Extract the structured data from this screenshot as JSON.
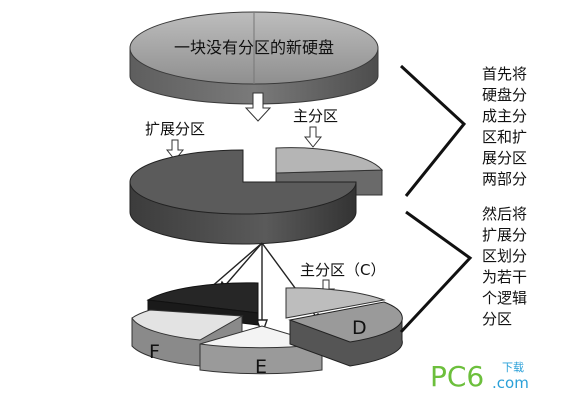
{
  "diagram": {
    "top_disk_label": "一块没有分区的新硬盘",
    "extended_label": "扩展分区",
    "primary_label": "主分区",
    "primary_c_label": "主分区（C）",
    "logical_labels": [
      "F",
      "E",
      "D"
    ],
    "note_1": "首先将\n硬盘分\n成主分\n区和扩\n展分区\n两部分",
    "note_2": "然后将\n扩展分\n区划分\n为若干\n个逻辑\n分区"
  },
  "watermark": {
    "brand": "PC6",
    "sub_top": "下载",
    "sub_bottom": ".com",
    "colors": {
      "pc": "#6cbf3c",
      "six": "#2aa0d8",
      "dot": "#2aa0d8"
    }
  },
  "colors": {
    "disk_top": "#a9a9a9",
    "disk_side": "#6f6f6f",
    "dark_top": "#545454",
    "dark_side": "#3a3a3a",
    "light_slice": "#d9d9d9",
    "white_slice": "#f3f3f3",
    "black_slice": "#262626"
  }
}
